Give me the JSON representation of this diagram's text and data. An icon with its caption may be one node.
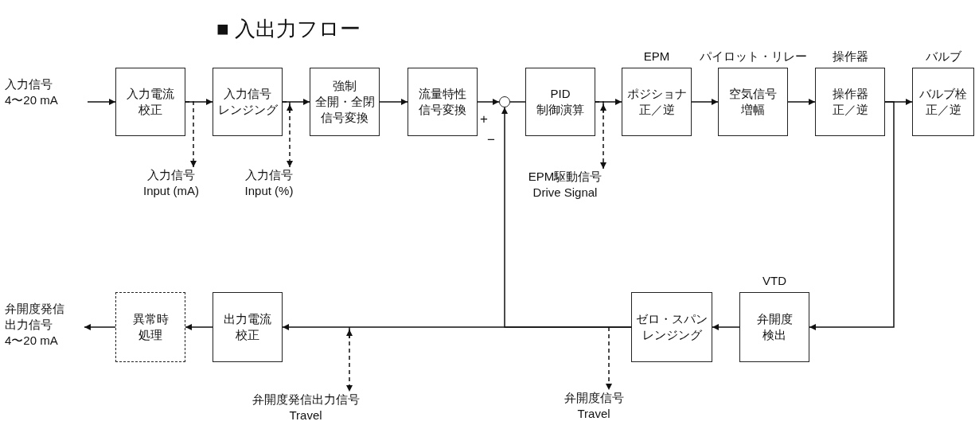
{
  "diagram": {
    "title": "■ 入出力フロー",
    "nodes": [
      {
        "text": [
          "入力信号 4〜20 mA"
        ]
      },
      {
        "text": [
          "入力電流校正"
        ]
      },
      {
        "text": [
          "入力信号レンジング"
        ]
      },
      {
        "text": [
          "強制全開・全閉信号変換"
        ]
      },
      {
        "text": [
          "流量特性信号変換"
        ]
      },
      {
        "text": [],
        "shape": "circle"
      },
      {
        "text": [
          "PID 制御演算"
        ]
      },
      {
        "text": [
          "EPM",
          "ポジショナ正／逆"
        ]
      },
      {
        "text": [
          "パイロット・リレー",
          "空気信号増幅"
        ]
      },
      {
        "text": [
          "操作器",
          "操作器正／逆"
        ]
      },
      {
        "text": [
          "バルブ",
          "バルブ栓正／逆"
        ]
      },
      {
        "text": [
          "VTD",
          "弁開度検出"
        ]
      },
      {
        "text": [
          "ゼロ・スパンレンジング"
        ]
      },
      {
        "text": [
          "出力電流校正"
        ]
      },
      {
        "text": [
          "異常時処理"
        ]
      },
      {
        "text": [
          "弁開度発信出力信号 4〜20 mA"
        ]
      },
      {
        "text": [
          "入力信号 Input (mA)"
        ]
      },
      {
        "text": [
          "入力信号 Input (%)"
        ]
      },
      {
        "text": [
          "EPM駆動信号 Drive Signal"
        ]
      },
      {
        "text": [
          "弁開度発信出力信号 Travel"
        ]
      },
      {
        "text": [
          "弁開度信号 Travel"
        ]
      }
    ],
    "edges": [
      {
        "from": 0,
        "to": 1,
        "arrow": "to"
      },
      {
        "from": 1,
        "to": 2,
        "arrow": "to"
      },
      {
        "from": 2,
        "to": 3,
        "arrow": "to"
      },
      {
        "from": 3,
        "to": 4,
        "arrow": "to"
      },
      {
        "from": 4,
        "to": 5,
        "arrow": "to"
      },
      {
        "from": 5,
        "to": 6,
        "arrow": "none"
      },
      {
        "from": 6,
        "to": 7,
        "arrow": "to"
      },
      {
        "from": 7,
        "to": 8,
        "arrow": "to"
      },
      {
        "from": 8,
        "to": 9,
        "arrow": "to"
      },
      {
        "from": 9,
        "to": 10,
        "arrow": "to"
      },
      {
        "from": 9,
        "to": 11,
        "arrow": "to"
      },
      {
        "from": 11,
        "to": 12,
        "arrow": "to"
      },
      {
        "from": 12,
        "to": 13,
        "arrow": "to"
      },
      {
        "from": 12,
        "to": 5,
        "arrow": "to"
      },
      {
        "from": 13,
        "to": 14,
        "arrow": "to"
      },
      {
        "from": 14,
        "to": 15,
        "arrow": "to"
      },
      {
        "from": 1,
        "to": 16,
        "arrow": "to",
        "style": "dashed"
      },
      {
        "from": 2,
        "to": 17,
        "arrow": "both",
        "style": "dashed"
      },
      {
        "from": 6,
        "to": 18,
        "arrow": "both",
        "style": "dashed"
      },
      {
        "from": null,
        "to": 19,
        "arrow": "both",
        "style": "dashed"
      },
      {
        "from": null,
        "to": 20,
        "arrow": "to",
        "style": "dashed"
      }
    ],
    "labels": [
      "+",
      "−"
    ]
  }
}
